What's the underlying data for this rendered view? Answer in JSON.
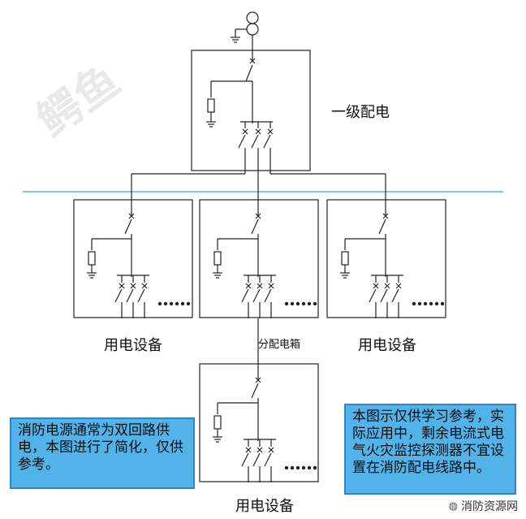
{
  "labels": {
    "primary": "一级配电",
    "left_load": "用电设备",
    "right_load": "用电设备",
    "bottom_load": "用电设备",
    "subbox": "分配电箱"
  },
  "notes": {
    "left": "消防电源通常为双回路供电，本图进行了简化，仅供参考。",
    "right": "本图示仅供学习参考，实际应用中，剩余电流式电气火灾监控探测器不宜设置在消防配电线路中。"
  },
  "watermark": "鳄鱼",
  "brand": {
    "text": "消防资源网",
    "icon": "wechat-icon"
  },
  "colors": {
    "line": "#222222",
    "divider": "#3cc3d6",
    "note_bg": "#52b3e8"
  }
}
